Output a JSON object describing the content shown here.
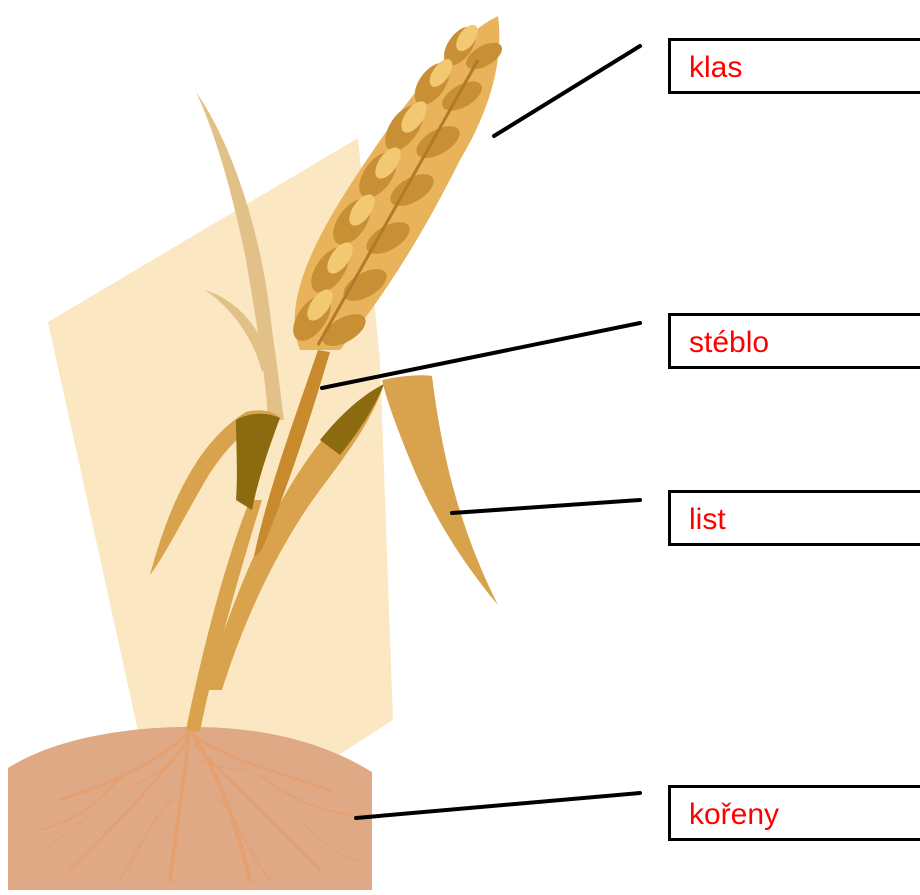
{
  "diagram": {
    "labels": [
      {
        "id": "klas",
        "text": "klas"
      },
      {
        "id": "steblo",
        "text": "stéblo"
      },
      {
        "id": "list",
        "text": "list"
      },
      {
        "id": "koreny",
        "text": "kořeny"
      }
    ],
    "colors": {
      "label_text": "#ff0000",
      "box_border": "#000000",
      "leader_line": "#000000",
      "light_backdrop": "#fbe8c2",
      "soil": "#dfa986",
      "root": "#e6a070",
      "ear": "#e8b35a",
      "ear_dark": "#c98f35",
      "stem": "#c98a2e",
      "leaf": "#d9a24c",
      "leaf_dark": "#8c6a10",
      "pale_leaf": "#e2c188"
    }
  }
}
